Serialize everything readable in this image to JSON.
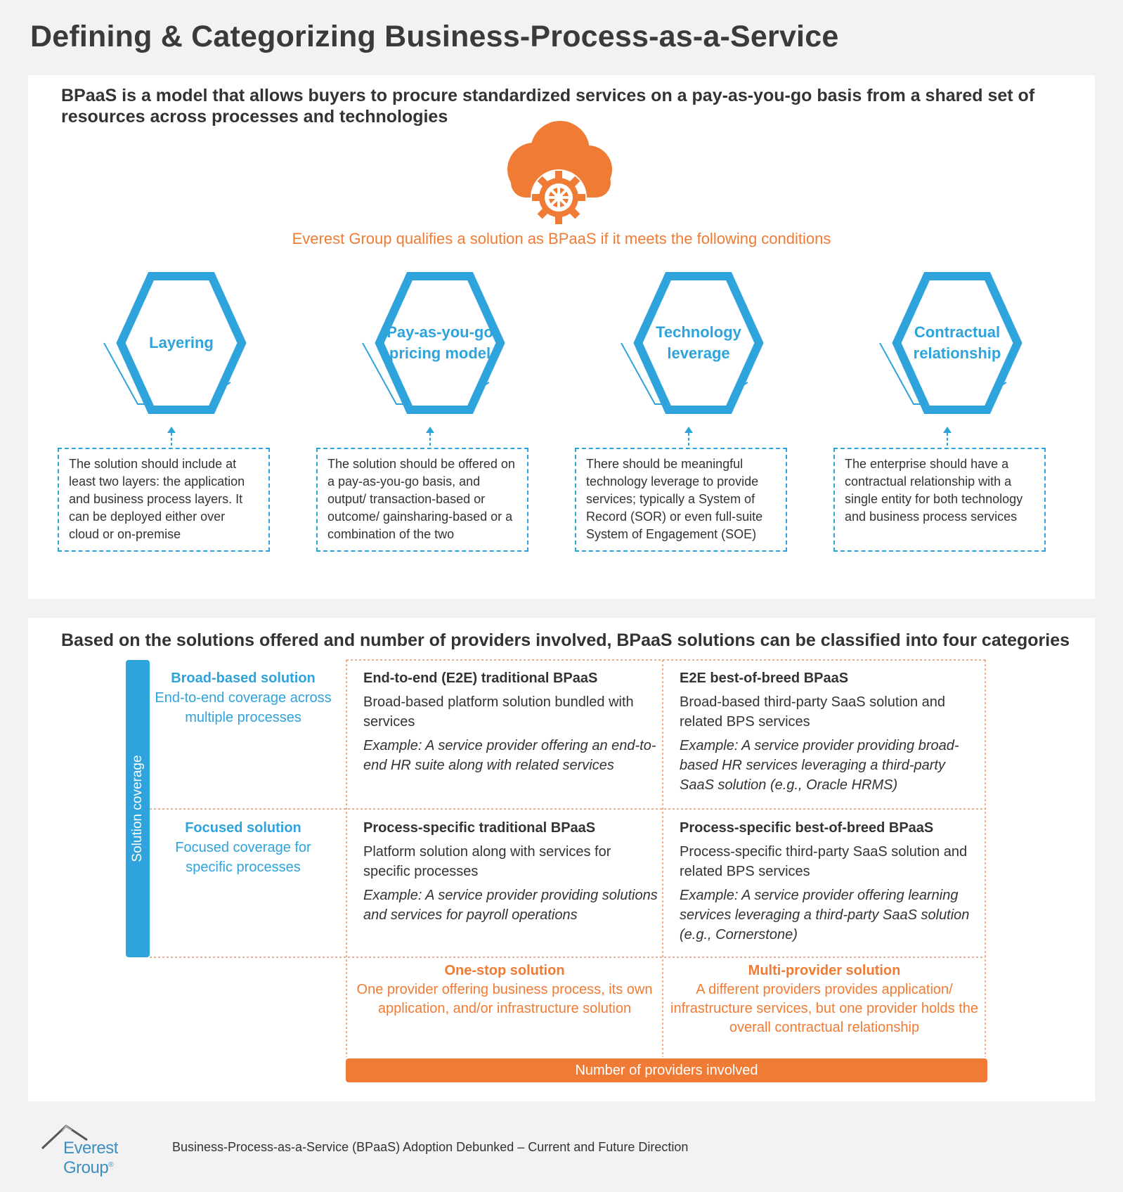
{
  "title": "Defining & Categorizing Business-Process-as-a-Service",
  "intro": "BPaaS is a model that allows buyers to procure standardized services on a pay-as-you-go basis from a shared set of resources across processes and technologies",
  "qualify_text": "Everest Group qualifies a solution as BPaaS if it meets the following conditions",
  "conditions": [
    {
      "label": "Layering",
      "description": "The solution should include at least two layers: the application and business process layers. It can be deployed either over cloud or on-premise"
    },
    {
      "label": "Pay-as-you-go pricing model",
      "description": "The solution should be offered on a pay-as-you-go basis, and output/ transaction-based or outcome/ gainsharing-based or a combination of the two"
    },
    {
      "label": "Technology leverage",
      "description": "There should be meaningful technology leverage to provide services; typically a System of Record (SOR) or even full-suite System of Engagement (SOE)"
    },
    {
      "label": "Contractual relationship",
      "description": "The enterprise should have a contractual relationship with a single entity for both technology and business process services"
    }
  ],
  "classify_text": "Based on the solutions offered and number of providers involved, BPaaS solutions can be classified into four categories",
  "matrix": {
    "y_axis_label": "Solution coverage",
    "x_axis_label": "Number of providers involved",
    "rows": [
      {
        "title": "Broad-based solution",
        "desc": "End-to-end coverage across multiple processes"
      },
      {
        "title": "Focused solution",
        "desc": "Focused coverage for specific processes"
      }
    ],
    "columns": [
      {
        "title": "One-stop solution",
        "desc": "One provider offering business process, its own application, and/or infrastructure solution"
      },
      {
        "title": "Multi-provider solution",
        "desc": "A different providers provides application/ infrastructure services, but one provider holds the overall contractual relationship"
      }
    ],
    "cells": [
      {
        "title": "End-to-end (E2E) traditional BPaaS",
        "desc": "Broad-based platform solution bundled with services",
        "example": "Example: A service provider offering an end-to-end HR suite along with related services"
      },
      {
        "title": "E2E best-of-breed BPaaS",
        "desc": "Broad-based third-party SaaS solution and related BPS services",
        "example": "Example: A service provider providing broad-based HR services leveraging a third-party SaaS solution (e.g., Oracle HRMS)"
      },
      {
        "title": "Process-specific traditional BPaaS",
        "desc": "Platform solution along with services for specific processes",
        "example": "Example: A service provider providing solutions and services for payroll operations"
      },
      {
        "title": "Process-specific best-of-breed BPaaS",
        "desc": "Process-specific third-party SaaS solution and related BPS services",
        "example": "Example: A service provider offering learning services leveraging a third-party SaaS solution (e.g., Cornerstone)"
      }
    ]
  },
  "footer": {
    "logo_text": "Everest Group",
    "logo_mark": "®",
    "text": "Business-Process-as-a-Service (BPaaS) Adoption Debunked – Current and Future Direction"
  },
  "colors": {
    "blue": "#2ea3dc",
    "orange": "#f07b34"
  },
  "icons": [
    "cloud-gear-icon",
    "hexagon-icon",
    "arrow-up-icon",
    "everest-mountain-icon"
  ]
}
